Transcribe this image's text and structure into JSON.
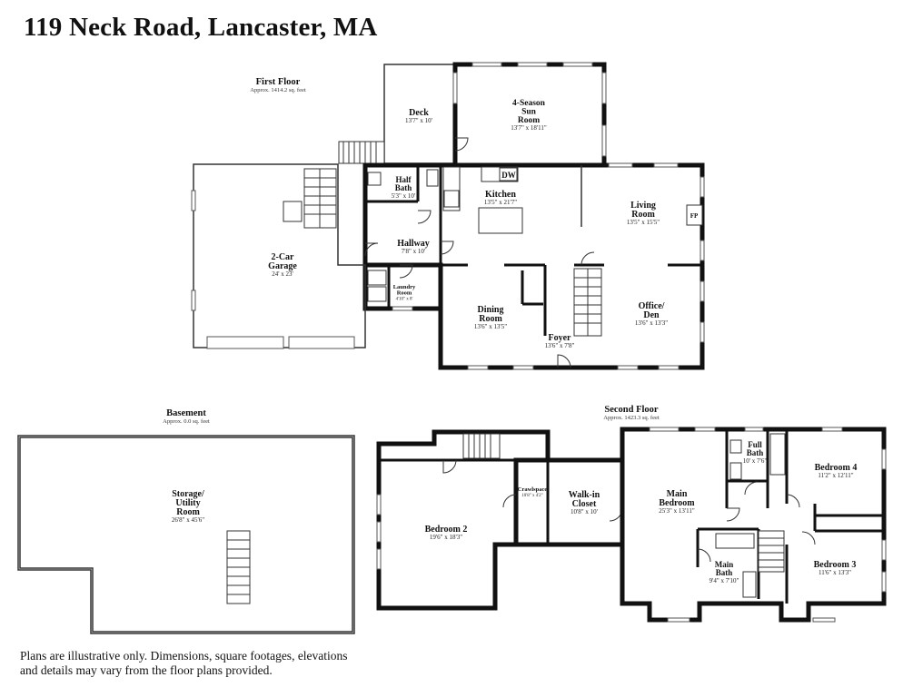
{
  "title": "119 Neck Road, Lancaster, MA",
  "disclaimer": "Plans are illustrative only. Dimensions, square footages, elevations and details may vary from the floor plans provided.",
  "floors": {
    "first": {
      "name": "First Floor",
      "area": "Approx. 1414.2 sq. feet"
    },
    "basement": {
      "name": "Basement",
      "area": "Approx. 0.0 sq. feet"
    },
    "second": {
      "name": "Second Floor",
      "area": "Approx. 1423.3 sq. feet"
    }
  },
  "rooms": {
    "deck": {
      "name": [
        "Deck"
      ],
      "dim": "13'7\" x 10'"
    },
    "sunroom": {
      "name": [
        "4-Season",
        "Sun",
        "Room"
      ],
      "dim": "13'7\" x 18'11\""
    },
    "halfbath": {
      "name": [
        "Half",
        "Bath"
      ],
      "dim": "5'3\" x 10'"
    },
    "kitchen": {
      "name": [
        "Kitchen"
      ],
      "dim": "13'5\" x 21'7\""
    },
    "living": {
      "name": [
        "Living",
        "Room"
      ],
      "dim": "13'5\" x 15'5\""
    },
    "garage": {
      "name": [
        "2-Car",
        "Garage"
      ],
      "dim": "24' x 23'"
    },
    "hallway": {
      "name": [
        "Hallway"
      ],
      "dim": "7'8\" x 10'"
    },
    "laundry": {
      "name": [
        "Laundry",
        "Room"
      ],
      "dim": "4'10\" x 8'"
    },
    "dining": {
      "name": [
        "Dining",
        "Room"
      ],
      "dim": "13'6\" x 13'5\""
    },
    "office": {
      "name": [
        "Office/",
        "Den"
      ],
      "dim": "13'6\" x 13'3\""
    },
    "foyer": {
      "name": [
        "Foyer"
      ],
      "dim": "13'6\" x 7'8\""
    },
    "storage": {
      "name": [
        "Storage/",
        "Utility",
        "Room"
      ],
      "dim": "26'8\" x 45'6\""
    },
    "bedroom2": {
      "name": [
        "Bedroom 2"
      ],
      "dim": "19'6\" x 18'3\""
    },
    "crawlspace": {
      "name": [
        "Crawlspace"
      ],
      "dim": "10'8\" x 4'2\""
    },
    "walkin": {
      "name": [
        "Walk-in",
        "Closet"
      ],
      "dim": "10'8\" x 10'"
    },
    "mainbed": {
      "name": [
        "Main",
        "Bedroom"
      ],
      "dim": "25'3\" x 13'11\""
    },
    "fullbath": {
      "name": [
        "Full",
        "Bath"
      ],
      "dim": "10' x 7'6\""
    },
    "bedroom4": {
      "name": [
        "Bedroom 4"
      ],
      "dim": "11'2\" x 12'11\""
    },
    "mainbath": {
      "name": [
        "Main",
        "Bath"
      ],
      "dim": "9'4\" x 7'10\""
    },
    "bedroom3": {
      "name": [
        "Bedroom 3"
      ],
      "dim": "11'6\" x 13'3\""
    }
  },
  "labels": {
    "dw": "DW",
    "fp": "FP"
  }
}
